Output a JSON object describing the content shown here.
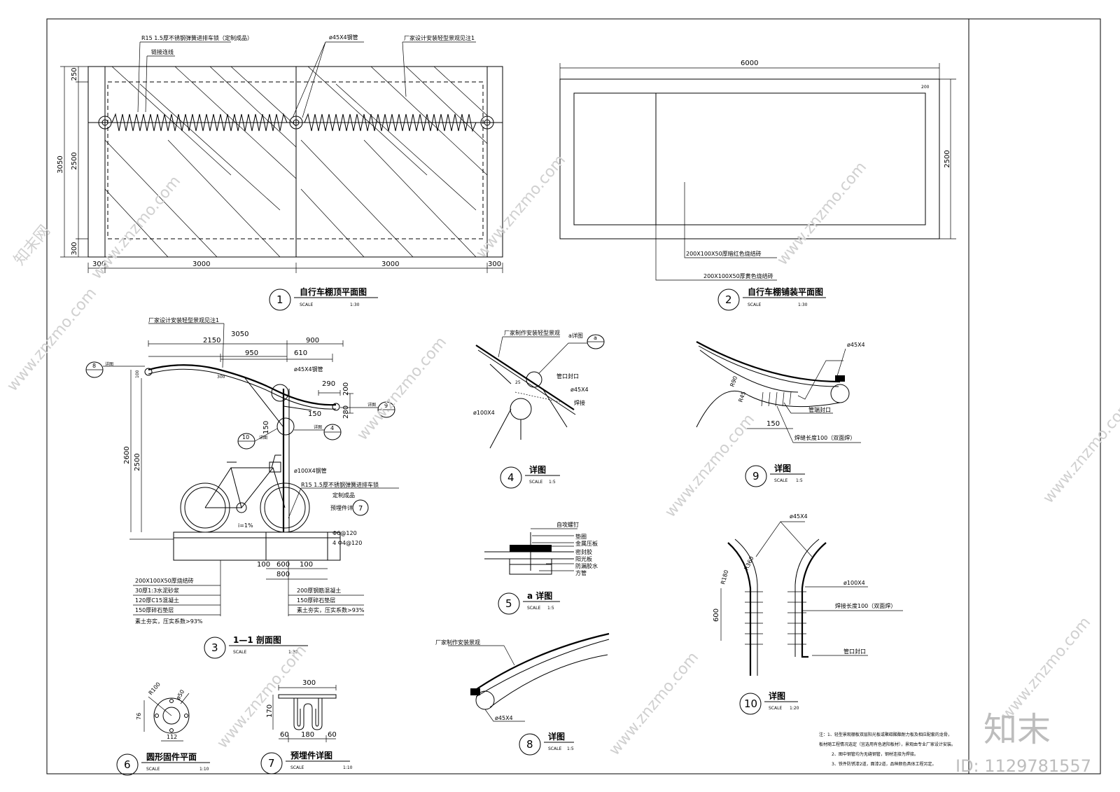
{
  "watermark": {
    "site": "www.znzmo.com",
    "brand": "知末网",
    "logo": "知末",
    "id_label": "ID: 1129781557"
  },
  "views": {
    "v1": {
      "num": "1",
      "title": "自行车棚顶平面图",
      "scale_label": "SCALE",
      "scale": "1:30",
      "labels": {
        "lock": "R15 1.5厚不锈钢弹簧进排车锁（定制成品）",
        "pipe": "ø45X4钢管",
        "vendor": "厂家设计安装轻型景观见注1",
        "line": "链接连线"
      },
      "dims": {
        "left_total": "3050",
        "left_top": "250",
        "left_mid": "2500",
        "left_bot": "300",
        "b1": "300",
        "b2": "3000",
        "b3": "3000",
        "b4": "300"
      }
    },
    "v2": {
      "num": "2",
      "title": "自行车棚铺装平面图",
      "scale_label": "SCALE",
      "scale": "1:30",
      "labels": {
        "red": "200X100X50厚暗红色烧结砖",
        "yellow": "200X100X50厚黄色烧结砖"
      },
      "dims": {
        "top": "6000",
        "right": "2500",
        "border": "200"
      }
    },
    "v3": {
      "num": "3",
      "title": "1—1 剖面图",
      "scale_label": "SCALE",
      "scale": "1:30",
      "labels": {
        "vendor": "厂家设计安装轻型景观见注1",
        "pipe45": "ø45X4钢管",
        "pipe100": "ø100X4钢管",
        "lock1": "R15 1.5厚不锈钢弹簧进排车锁",
        "lock2": "定制成品",
        "embed": "预埋件详",
        "slope": "i=1%",
        "rebar1": "Φ6@120",
        "rebar2": "4 Φ4@120",
        "detail": "详图"
      },
      "dims": {
        "total": "3050",
        "a": "2150",
        "b": "900",
        "c": "950",
        "d": "610",
        "e": "300",
        "f": "290",
        "g": "200",
        "h": "280",
        "i": "150",
        "j": "150",
        "k": "100",
        "h1": "2600",
        "h2": "2500",
        "base1": "100",
        "base2": "600",
        "base3": "100",
        "base4": "800"
      },
      "callouts": {
        "c8": "8",
        "c9": "9",
        "c4": "4",
        "c10": "10",
        "c7": "7"
      },
      "layers_left": [
        "200X100X50厚烧结砖",
        "30厚1:3水泥砂浆",
        "120厚C15混凝土",
        "150厚碎石垫层",
        "素土夯实，压实系数>93%"
      ],
      "layers_right": [
        "200厚钢筋混凝土",
        "150厚碎石垫层",
        "素土夯实，压实系数>93%"
      ]
    },
    "v4": {
      "num": "4",
      "title": "详图",
      "scale_label": "SCALE",
      "scale": "1:5",
      "labels": {
        "vendor": "厂家制作安装轻型景观",
        "a_detail": "a详图",
        "a": "a",
        "seal": "管口封口",
        "p45": "ø45X4",
        "weld": "焊接",
        "p100": "ø100X4",
        "r": "25"
      }
    },
    "v5": {
      "num": "5",
      "title": "a 详图",
      "scale_label": "SCALE",
      "scale": "1:5",
      "labels": [
        "自攻螺钉",
        "垫圈",
        "金属压板",
        "密封胶",
        "阳光板",
        "防漏胶水",
        "方管"
      ]
    },
    "v6": {
      "num": "6",
      "title": "圆形固件平面",
      "scale_label": "SCALE",
      "scale": "1:10",
      "dims": {
        "r": "R100",
        "d": "ø50",
        "h": "76",
        "w": "112"
      }
    },
    "v7": {
      "num": "7",
      "title": "预埋件详图",
      "scale_label": "SCALE",
      "scale": "1:10",
      "dims": {
        "top": "300",
        "h": "170",
        "a": "60",
        "b": "180",
        "c": "60"
      }
    },
    "v8": {
      "num": "8",
      "title": "详图",
      "scale_label": "SCALE",
      "scale": "1:5",
      "labels": {
        "vendor": "厂家制作安装景观",
        "pipe": "ø45X4"
      }
    },
    "v9": {
      "num": "9",
      "title": "详图",
      "scale_label": "SCALE",
      "scale": "1:5",
      "labels": {
        "pipe": "ø45X4",
        "r90": "R90",
        "r45": "R45",
        "seal": "管端封口",
        "weld": "焊缝长度100（双面焊）",
        "dim": "150"
      }
    },
    "v10": {
      "num": "10",
      "title": "详图",
      "scale_label": "SCALE",
      "scale": "1:20",
      "labels": {
        "pipe45": "ø45X4",
        "pipe100": "ø100X4",
        "weld": "焊接长度100（双面焊）",
        "seal": "管口封口",
        "r180": "R180",
        "r360": "R360",
        "dim": "600"
      }
    }
  },
  "notes": [
    "注：1、轻型景观棚板双层阳光板或聚碳酸酯耐力板及相应配套的龙骨，",
    "板材随工程情况选定（宜选用有色遮阳板材），景观由专业厂家设计安装。",
    "2、图中钢管均为无缝钢管，钢材连接为焊接。",
    "3、铁件防锈漆2道，面漆2道，品种颜色具体工程另定。"
  ]
}
